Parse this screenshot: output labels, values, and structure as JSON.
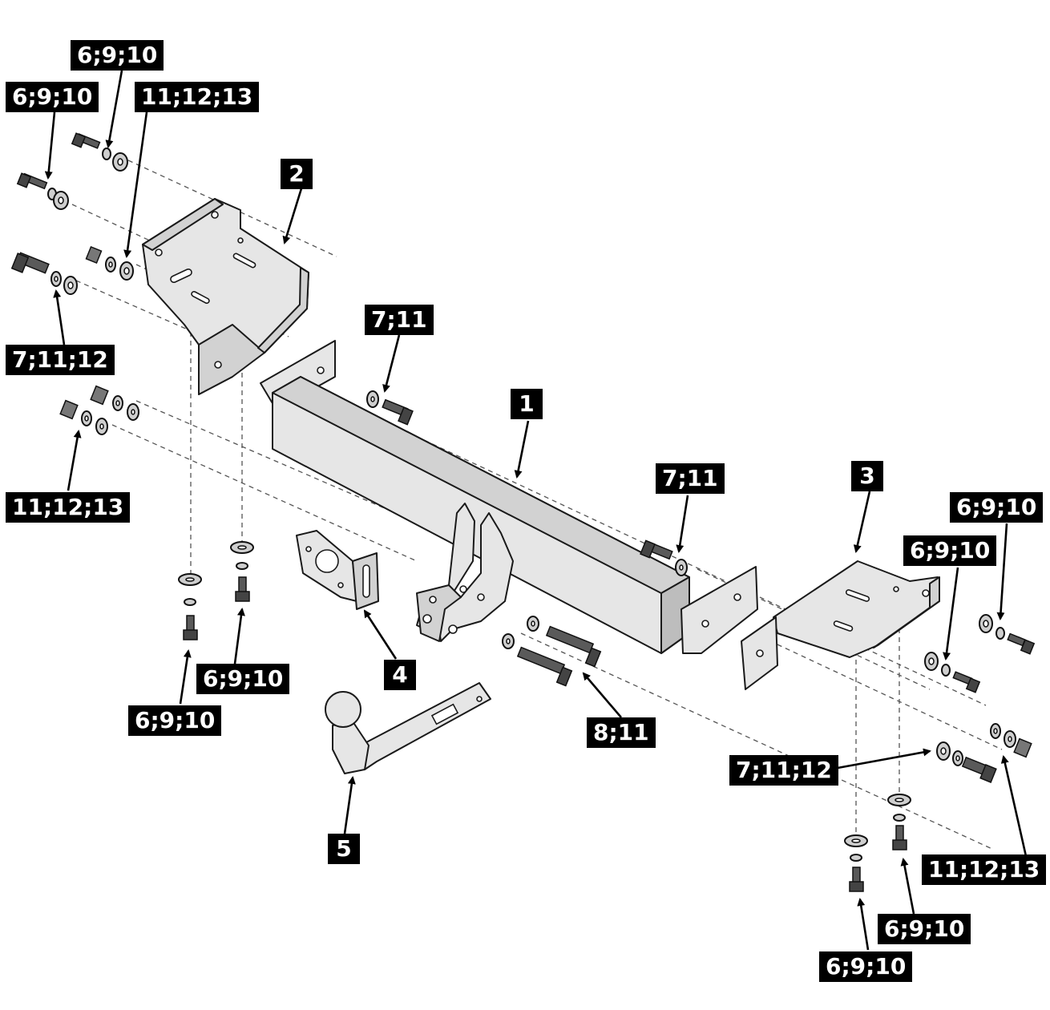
{
  "part_numbers": [
    "1",
    "2",
    "3",
    "4",
    "5"
  ],
  "callouts": {
    "top_a": "6;9;10",
    "top_b": "6;9;10",
    "top_c": "11;12;13",
    "left_mid_a": "7;11;12",
    "left_mid_b": "11;12;13",
    "center_bolt_a": "7;11",
    "center_bolt_b": "7;11",
    "left_bottom_a": "6;9;10",
    "left_bottom_b": "6;9;10",
    "center_bottom": "8;11",
    "right_top_a": "6;9;10",
    "right_top_b": "6;9;10",
    "right_mid": "7;11;12",
    "right_mid_b": "11;12;13",
    "right_bottom_a": "6;9;10",
    "right_bottom_b": "6;9;10"
  },
  "colors": {
    "label_bg": "#000000",
    "label_text": "#ffffff",
    "part_fill": "#e6e6e6",
    "outline": "#1a1a1a"
  }
}
